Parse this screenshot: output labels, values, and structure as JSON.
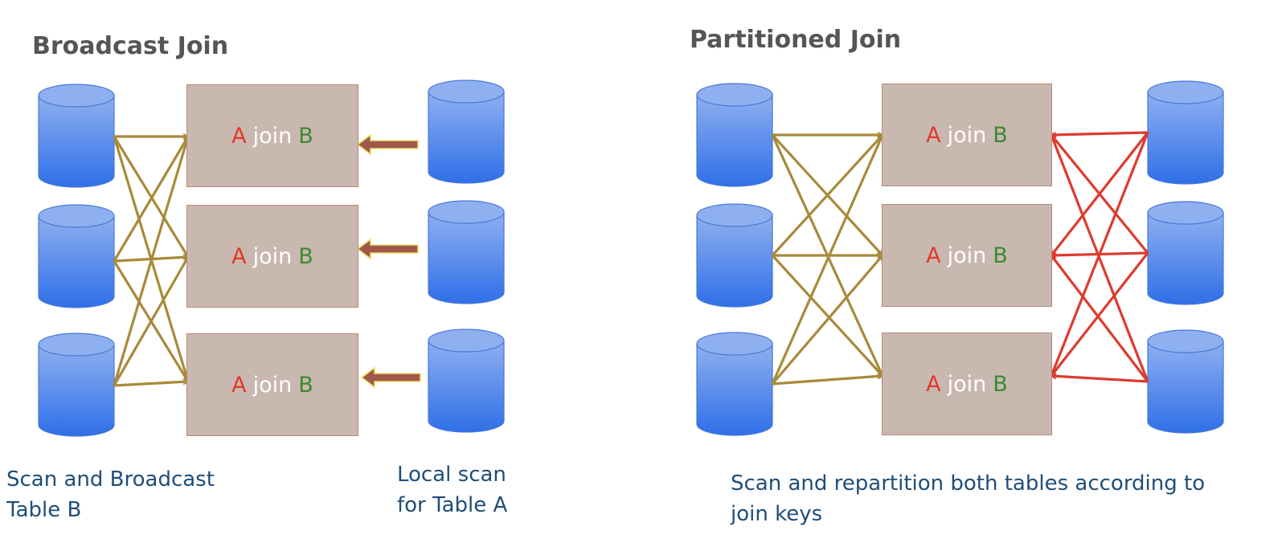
{
  "left": {
    "title": "Broadcast Join",
    "caption_left": [
      "Scan and Broadcast",
      "Table B"
    ],
    "caption_right": [
      "Local scan",
      "for Table A"
    ]
  },
  "right": {
    "title": "Partitioned Join",
    "caption": [
      "Scan and repartition both tables according to",
      "join keys"
    ]
  },
  "join_box": {
    "a": "A",
    "op": "join",
    "b": "B"
  },
  "colors": {
    "cylinder_top": "#8fb0f0",
    "cylinder_bottom": "#2f6fe8",
    "box_fill": "#c9b8b0",
    "broadcast_arrow": "#a88a3a",
    "repartition_arrow": "#dd3b2e",
    "local_arrow": "#a0584a"
  }
}
